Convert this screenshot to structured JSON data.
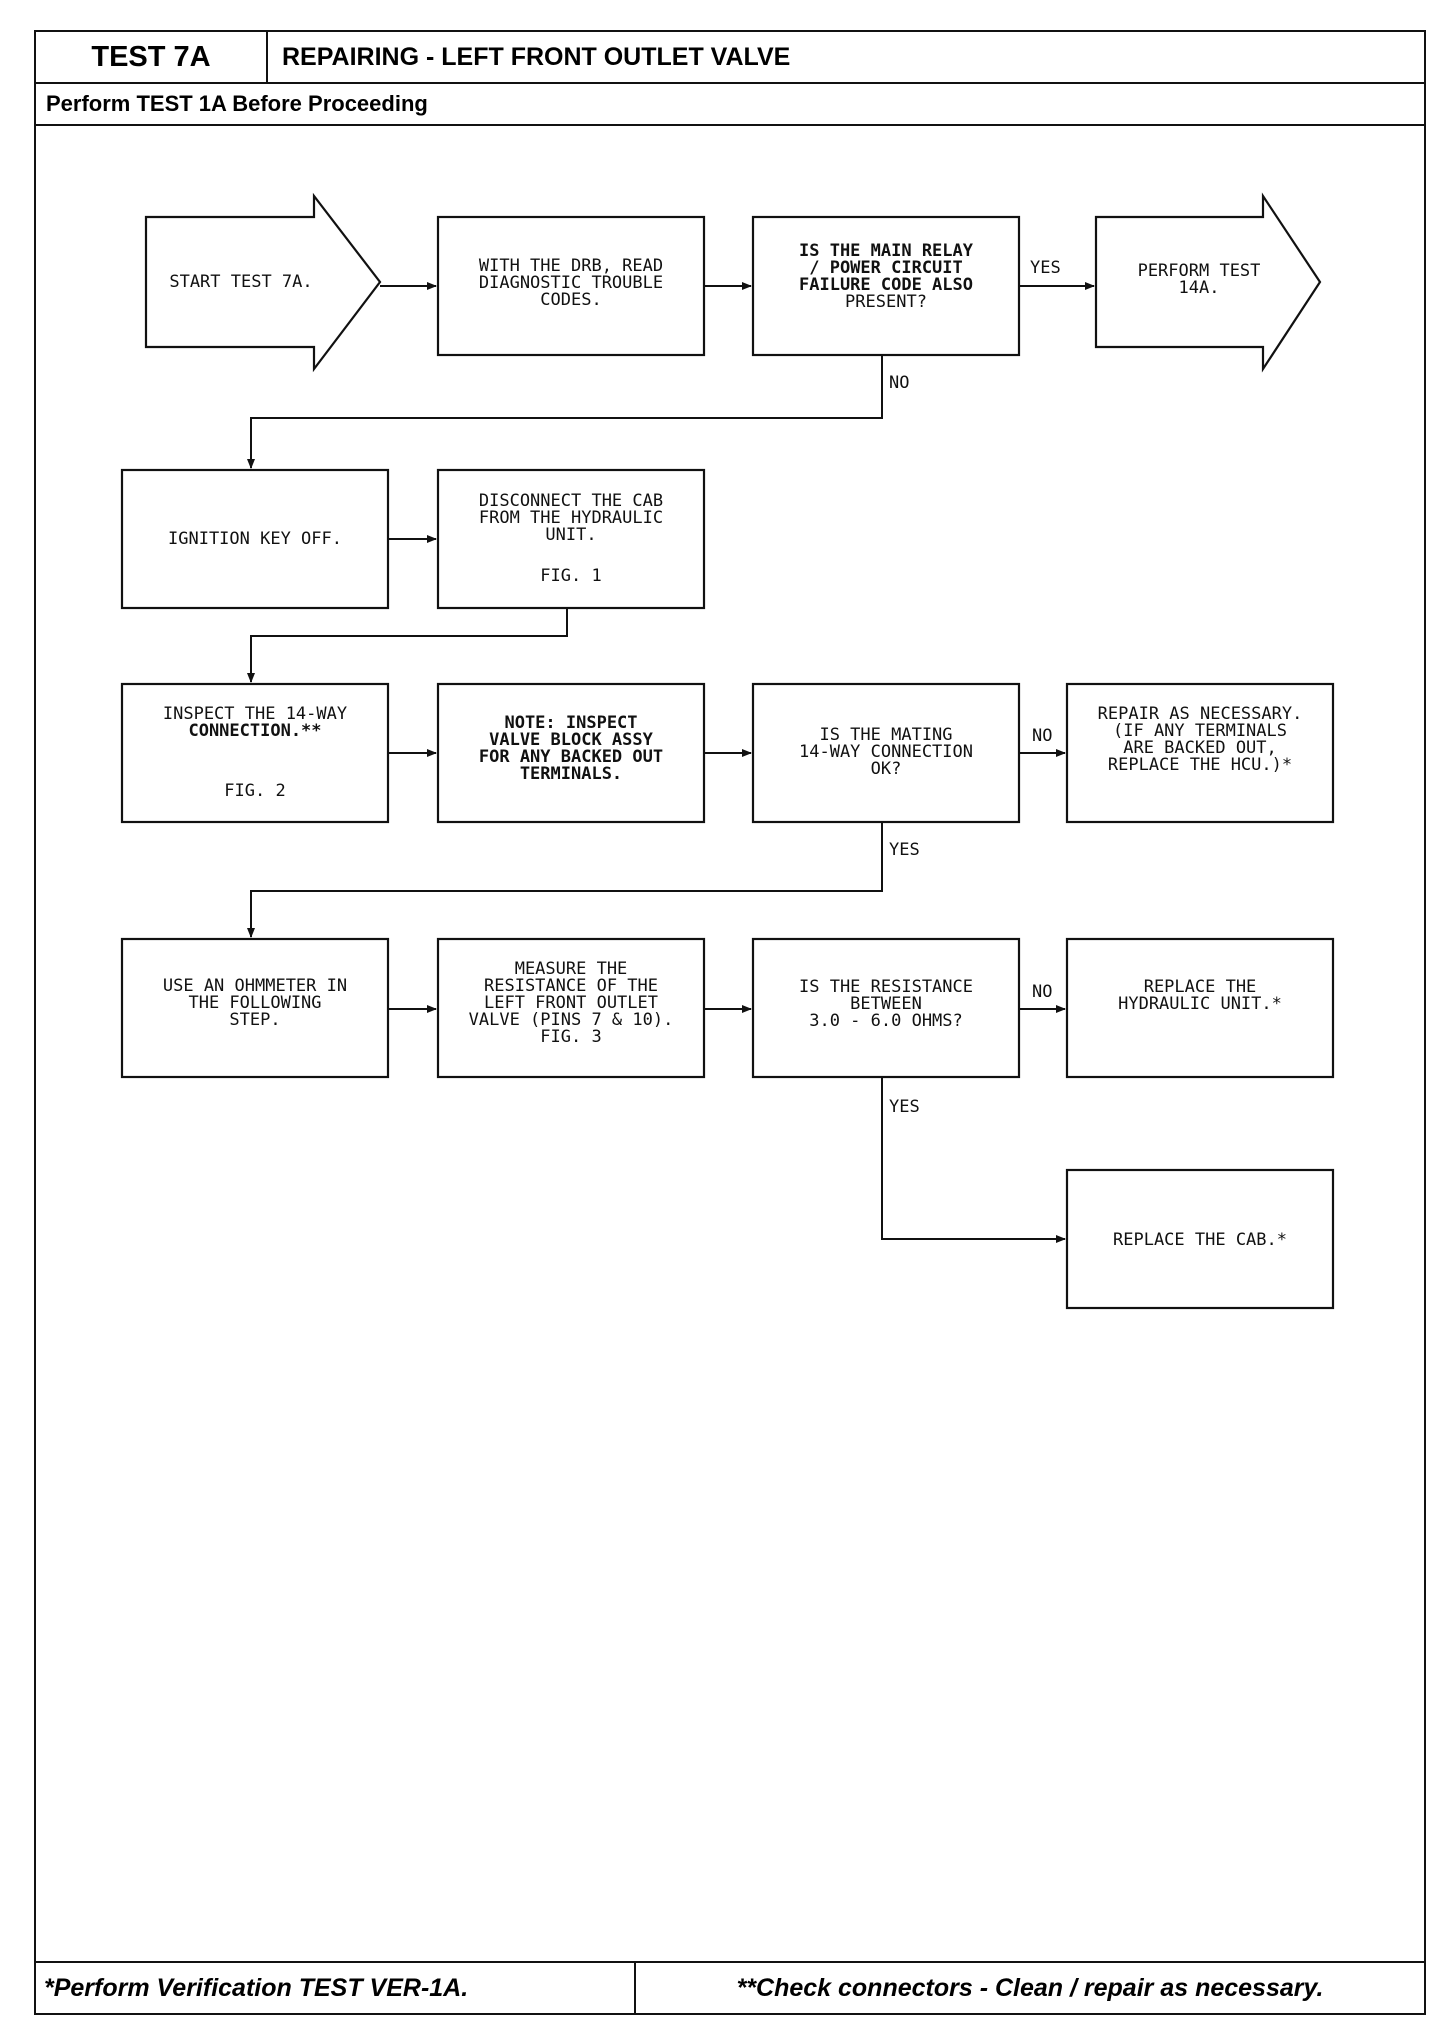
{
  "header": {
    "test_number": "TEST 7A",
    "title": "REPAIRING - LEFT FRONT OUTLET VALVE",
    "precondition": "Perform TEST 1A Before Proceeding"
  },
  "flow": {
    "start": "START TEST 7A.",
    "read_codes": [
      "WITH THE DRB, READ",
      "DIAGNOSTIC TROUBLE",
      "CODES."
    ],
    "main_relay_q": [
      "IS THE MAIN RELAY",
      "/ POWER CIRCUIT",
      "FAILURE CODE ALSO",
      "PRESENT?"
    ],
    "perform_14a": [
      "PERFORM TEST",
      "14A."
    ],
    "ignition_off": "IGNITION KEY OFF.",
    "disconnect_cab": [
      "DISCONNECT THE CAB",
      "FROM THE HYDRAULIC",
      "UNIT.",
      "FIG. 1"
    ],
    "inspect_14way": [
      "INSPECT THE 14-WAY",
      "CONNECTION.**",
      "FIG. 2"
    ],
    "note_inspect": [
      "NOTE:  INSPECT",
      "VALVE BLOCK ASSY",
      "FOR ANY BACKED OUT",
      "TERMINALS."
    ],
    "mating_q": [
      "IS THE MATING",
      "14-WAY CONNECTION",
      "OK?"
    ],
    "repair_necessary": [
      "REPAIR AS NECESSARY.",
      "(IF ANY TERMINALS",
      "ARE BACKED OUT,",
      "REPLACE THE HCU.)*"
    ],
    "use_ohmmeter": [
      "USE AN OHMMETER IN",
      "THE FOLLOWING",
      "STEP."
    ],
    "measure_resistance": [
      "MEASURE THE",
      "RESISTANCE OF THE",
      "LEFT FRONT OUTLET",
      "VALVE (PINS 7 & 10).",
      "FIG. 3"
    ],
    "resistance_q": [
      "IS THE RESISTANCE",
      "BETWEEN",
      "3.0 - 6.0 OHMS?"
    ],
    "replace_hcu": [
      "REPLACE THE",
      "HYDRAULIC UNIT.*"
    ],
    "replace_cab": "REPLACE THE CAB.*",
    "labels": {
      "yes": "YES",
      "no": "NO"
    }
  },
  "footer": {
    "left": "*Perform Verification TEST VER-1A.",
    "right": "**Check connectors - Clean / repair as necessary."
  }
}
